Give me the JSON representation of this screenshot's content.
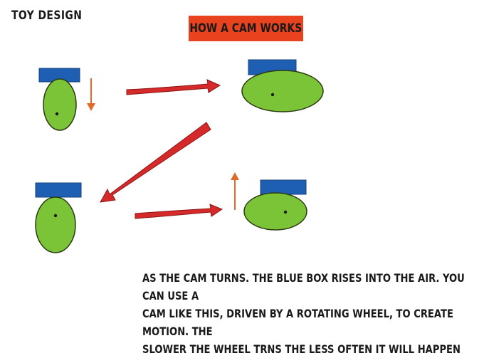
{
  "header": {
    "corner_label": "TOY DESIGN",
    "title": "HOW A CAM WORKS"
  },
  "caption": {
    "lines": [
      "AS THE CAM TURNS. THE BLUE BOX RISES INTO THE AIR. YOU CAN USE A",
      "CAM LIKE THIS, DRIVEN BY A ROTATING WHEEL, TO CREATE MOTION. THE",
      "SLOWER THE WHEEL TRNS THE LESS OFTEN IT WILL HAPPEN"
    ]
  },
  "colors": {
    "title_box": "#e8421f",
    "cam_green": "#7cc437",
    "cam_outline": "#2a3a12",
    "box_blue": "#1f5fb3",
    "arrow_red": "#d62a2a",
    "small_arrow": "#e06a2a"
  },
  "diagram": {
    "stages": [
      {
        "id": "stage-1",
        "cam_orientation": "upright",
        "motion": "down"
      },
      {
        "id": "stage-2",
        "cam_orientation": "sideways",
        "motion": "none"
      },
      {
        "id": "stage-3",
        "cam_orientation": "upright",
        "motion": "none"
      },
      {
        "id": "stage-4",
        "cam_orientation": "sideways",
        "motion": "up"
      }
    ]
  }
}
